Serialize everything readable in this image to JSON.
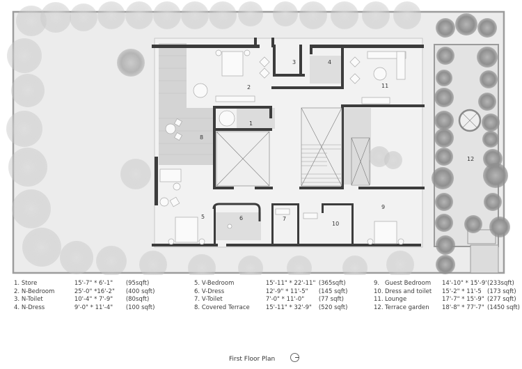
{
  "drawing": {
    "title": "First Floor Plan",
    "north_icon": "north-arrow-circle"
  },
  "room_labels": {
    "r1": "1",
    "r2": "2",
    "r3": "3",
    "r4": "4",
    "r5": "5",
    "r6": "6",
    "r7": "7",
    "r8": "8",
    "r9": "9",
    "r10": "10",
    "r11": "11",
    "r12": "12"
  },
  "legend": {
    "col1": [
      {
        "num": "1.",
        "name": "Store",
        "dim": "15'-7\" * 6'-1\"",
        "area": "(95sqft)"
      },
      {
        "num": "2.",
        "name": "N-Bedroom",
        "dim": "25'-0\" *16'-2\"",
        "area": "(400 sqft)"
      },
      {
        "num": "3.",
        "name": "N-Toilet",
        "dim": "10'-4\" * 7'-9\"",
        "area": "(80sqft)"
      },
      {
        "num": "4.",
        "name": "N-Dress",
        "dim": "9'-0\" * 11'-4\"",
        "area": "(100 sqft)"
      }
    ],
    "col2": [
      {
        "num": "5.",
        "name": "V-Bedroom",
        "dim": "15'-11\" * 22'-11\"",
        "area": "(365sqft)"
      },
      {
        "num": "6.",
        "name": "V-Dress",
        "dim": "12'-9\" * 11'-5\"",
        "area": "(145 sqft)"
      },
      {
        "num": "7.",
        "name": "V-Toilet",
        "dim": "7'-0\" * 11'-0\"",
        "area": "(77 sqft)"
      },
      {
        "num": "8.",
        "name": "Covered Terrace",
        "dim": "15'-11\" * 32'-9\"",
        "area": "(520 sqft)"
      }
    ],
    "col3": [
      {
        "num": "9.",
        "name": "Guest Bedroom",
        "dim": "14'-10\" * 15'-9'",
        "area": "(233sqft)"
      },
      {
        "num": "10.",
        "name": "Dress and toilet",
        "dim": "15'-2\" * 11'-5",
        "area": "(173 sqft)"
      },
      {
        "num": "11.",
        "name": "Lounge",
        "dim": "17'-7\" * 15'-9\"",
        "area": "(277 sqft)"
      },
      {
        "num": "12.",
        "name": "Terrace garden",
        "dim": "18'-8\" * 77'-7\"",
        "area": "(1450 sqft)"
      }
    ]
  },
  "colors": {
    "wall": "#3c3c3c",
    "ground": "#ececec",
    "floor": "#f4f4f4",
    "tree": "#9a9a9a",
    "deck": "#d6d6d6"
  }
}
